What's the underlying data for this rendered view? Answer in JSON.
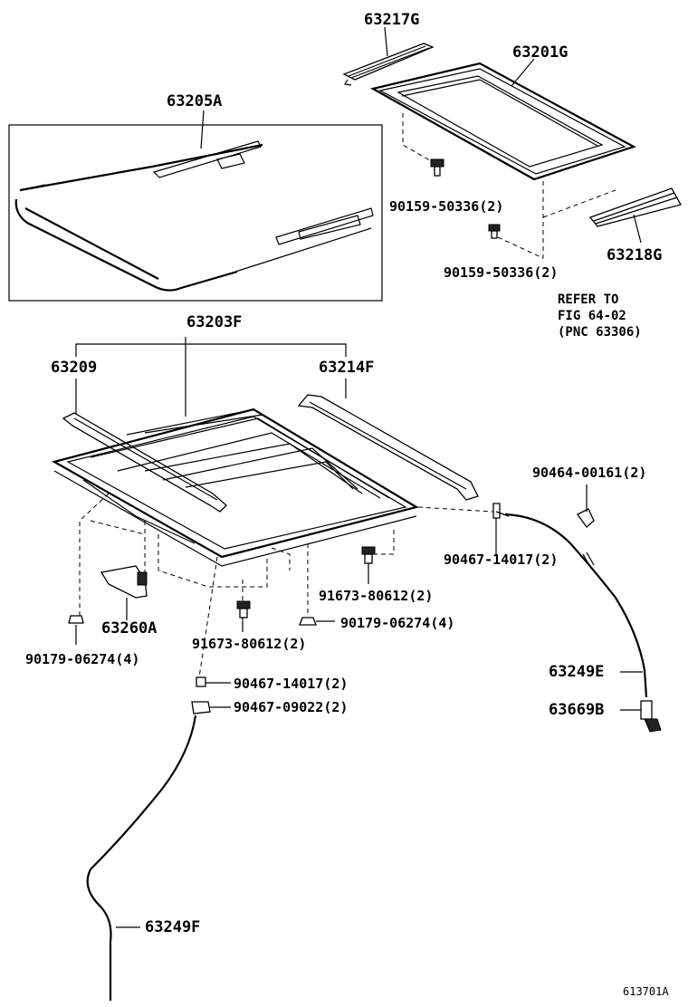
{
  "labels": {
    "p63217G": "63217G",
    "p63201G": "63201G",
    "p63205A": "63205A",
    "p90159_a": "90159-50336(2)",
    "p90159_b": "90159-50336(2)",
    "p63218G": "63218G",
    "p63203F": "63203F",
    "p63209": "63209",
    "p63214F": "63214F",
    "p90464": "90464-00161(2)",
    "p90467_r": "90467-14017(2)",
    "p91673_r": "91673-80612(2)",
    "p90179_r": "90179-06274(4)",
    "p63260A": "63260A",
    "p90179_l": "90179-06274(4)",
    "p91673_l": "91673-80612(2)",
    "p90467_14017_l": "90467-14017(2)",
    "p90467_09022": "90467-09022(2)",
    "p63249E": "63249E",
    "p63669B": "63669B",
    "p63249F": "63249F",
    "figure_id": "613701A"
  },
  "refer_note": {
    "line1": "REFER TO",
    "line2": "FIG 64-02",
    "line3": "(PNC 63306)"
  }
}
